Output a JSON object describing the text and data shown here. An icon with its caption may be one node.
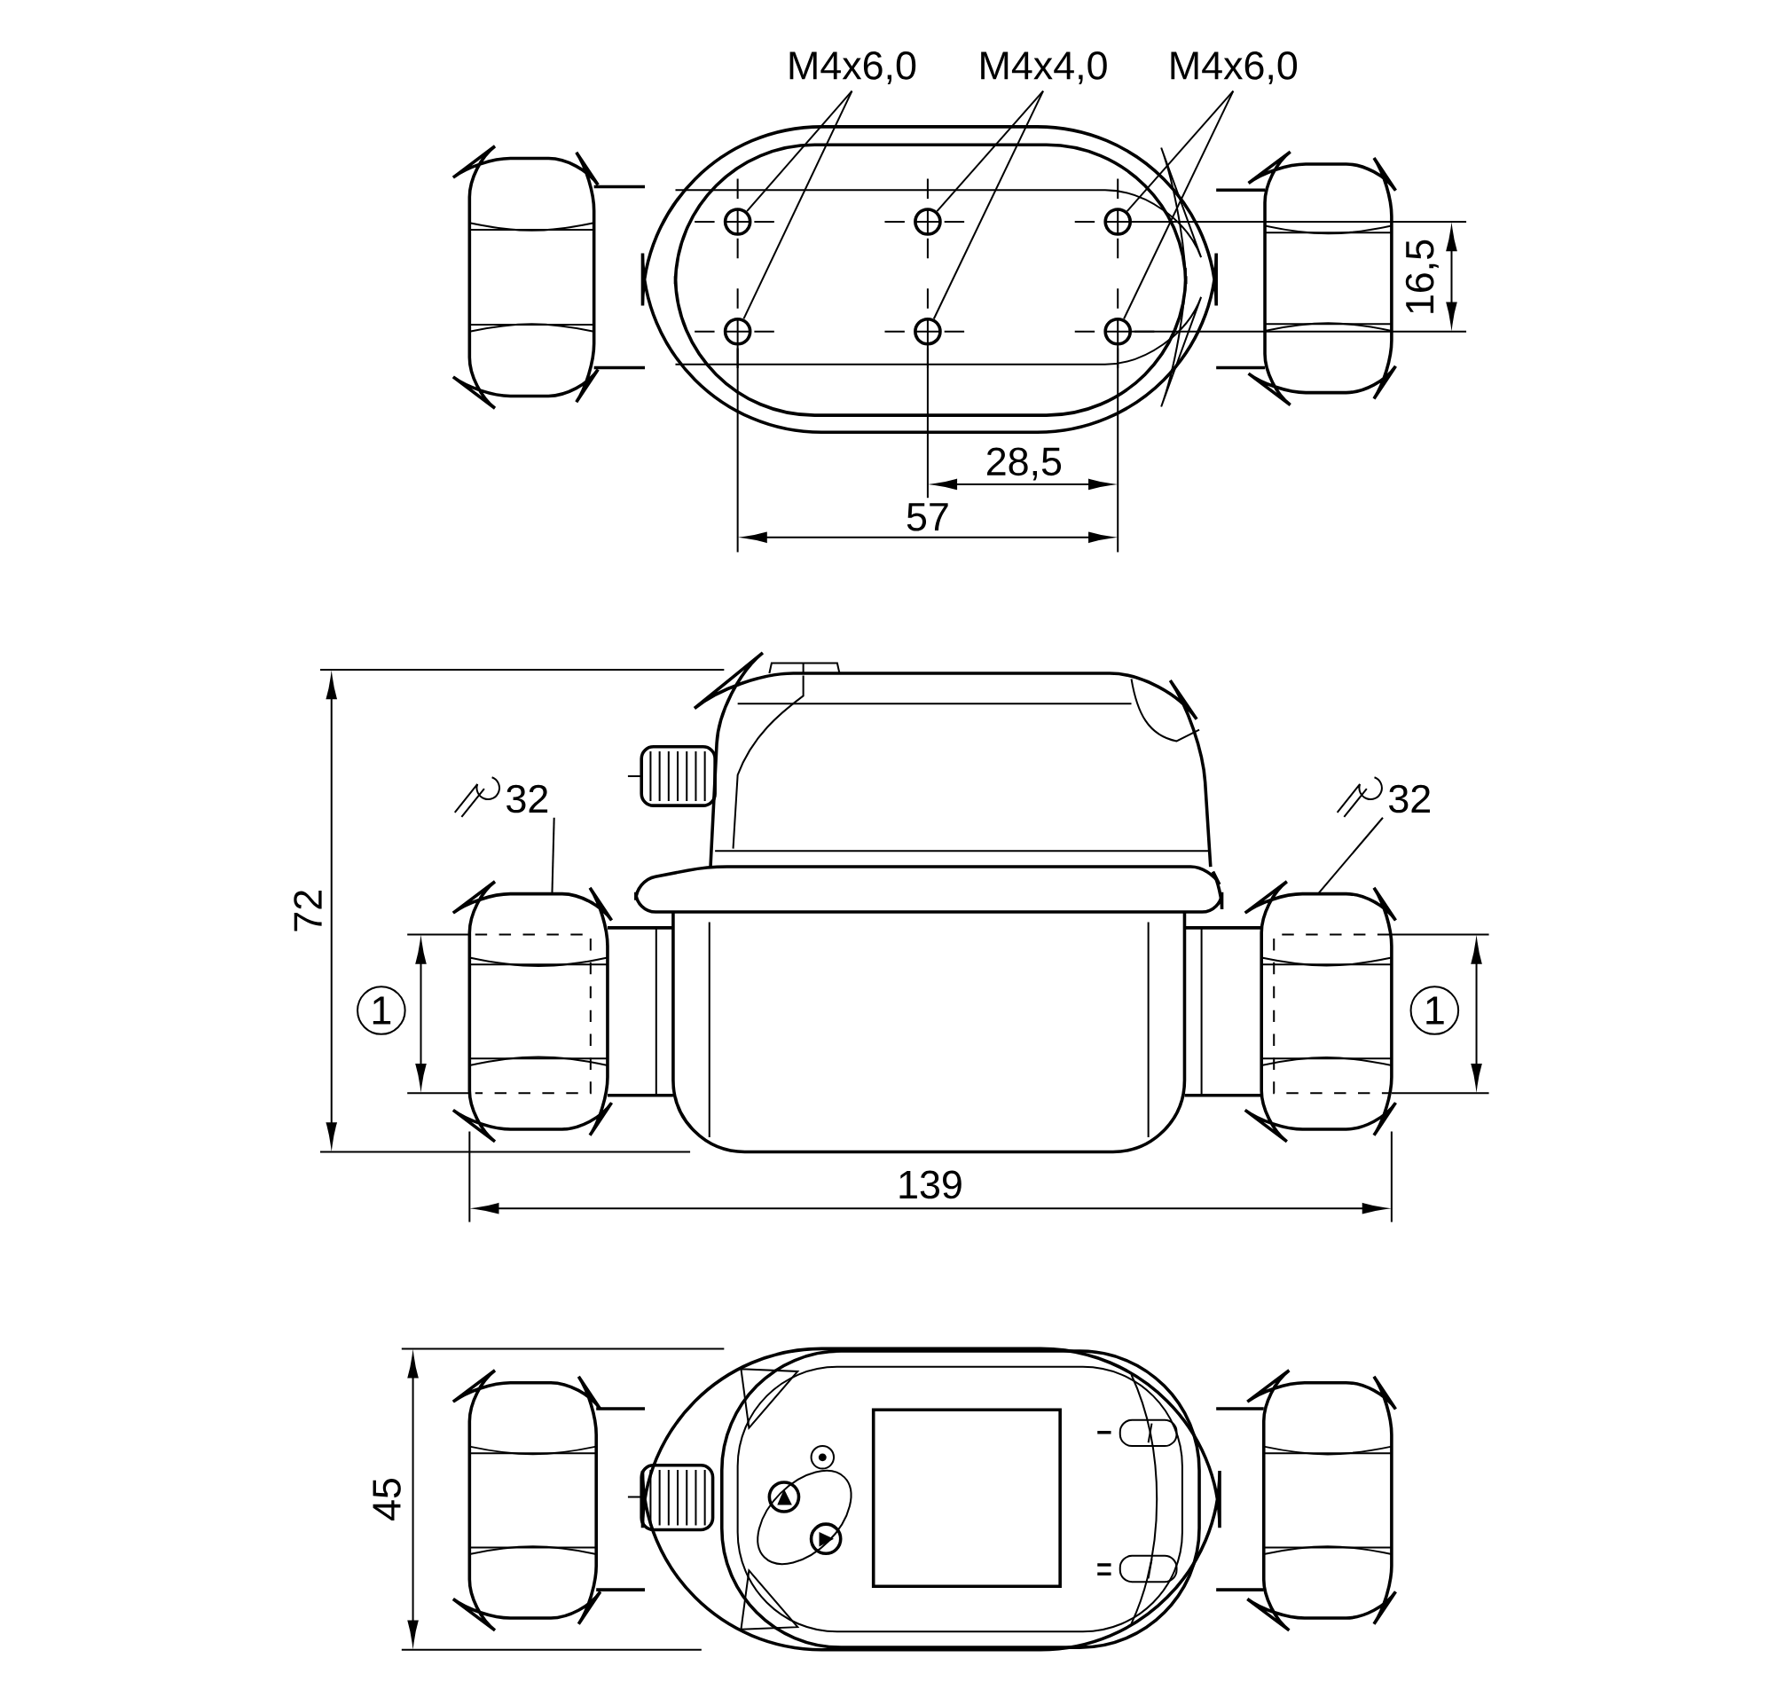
{
  "diagram": {
    "nodes": [
      {
        "text": [
          "M4x6,0"
        ]
      },
      {
        "text": [
          "M4x4,0"
        ]
      },
      {
        "text": [
          "M4x6,0"
        ]
      },
      {
        "text": [],
        "shape": "circle"
      },
      {
        "text": [],
        "shape": "circle"
      },
      {
        "text": [],
        "shape": "circle"
      },
      {
        "text": [],
        "shape": "circle"
      },
      {
        "text": [],
        "shape": "circle"
      },
      {
        "text": [],
        "shape": "circle"
      },
      {
        "text": [
          "32"
        ]
      },
      {
        "text": [
          "32"
        ]
      },
      {
        "text": [
          "1"
        ]
      },
      {
        "text": [
          "1"
        ]
      }
    ],
    "edges": [
      {
        "from": 0,
        "to": 3,
        "arrow": "none"
      },
      {
        "from": 0,
        "to": 4,
        "arrow": "none"
      },
      {
        "from": 1,
        "to": 5,
        "arrow": "none"
      },
      {
        "from": 1,
        "to": 6,
        "arrow": "none"
      },
      {
        "from": 2,
        "to": 7,
        "arrow": "none"
      },
      {
        "from": 2,
        "to": 8,
        "arrow": "none"
      },
      {
        "from": 9,
        "to": null,
        "arrow": "none"
      },
      {
        "from": 10,
        "to": null,
        "arrow": "none"
      }
    ],
    "labels": [
      "16,5",
      "28,5",
      "57",
      "72",
      "139",
      "45"
    ]
  }
}
